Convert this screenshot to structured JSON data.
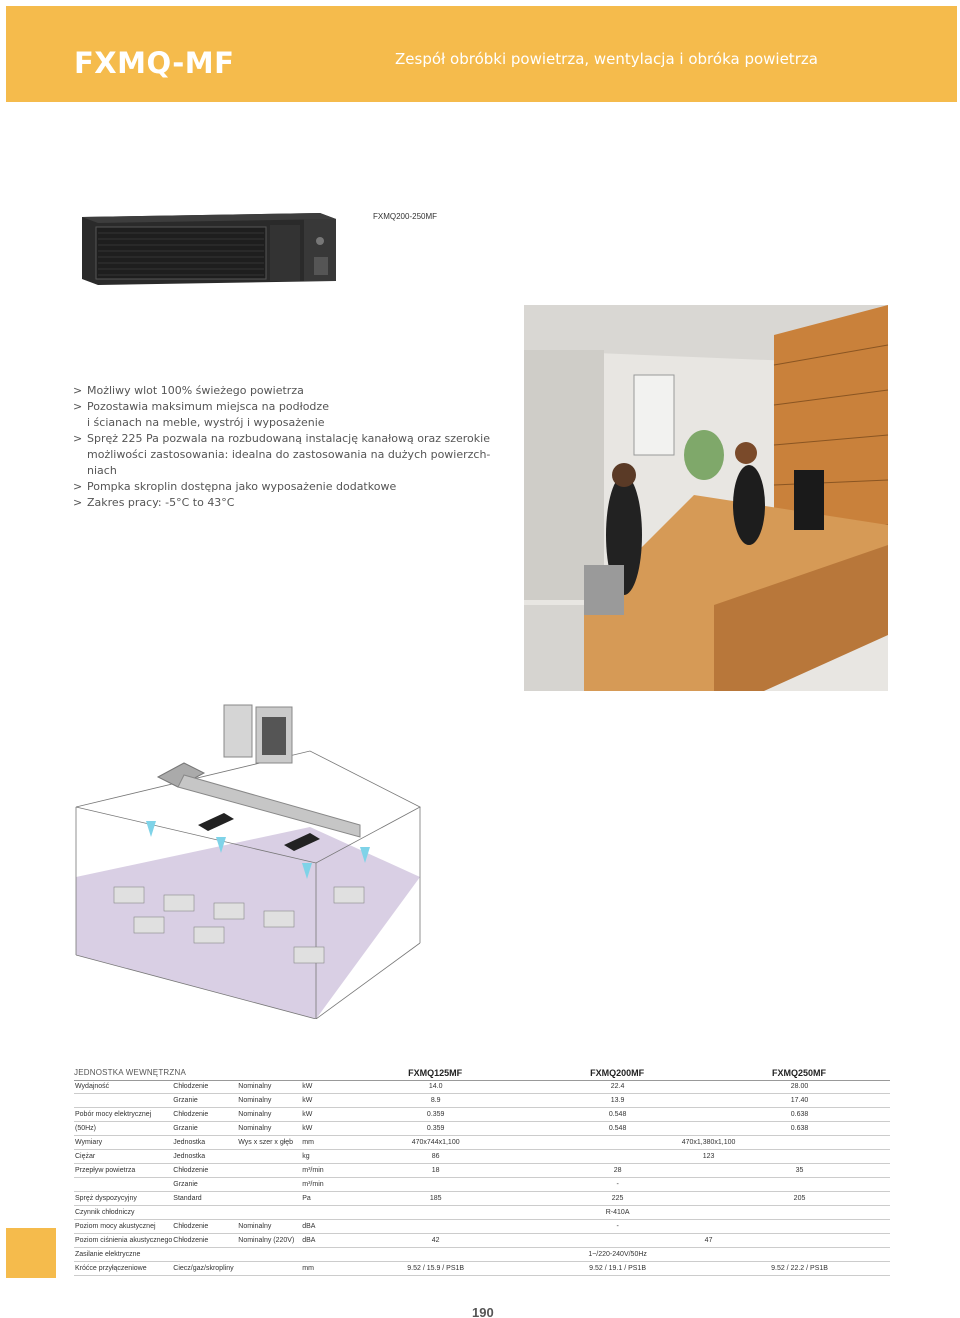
{
  "header": {
    "model": "FXMQ-MF",
    "subtitle": "Zespół obróbki powietrza, wentylacja i obróka powietrza"
  },
  "product_caption": "FXMQ200-250MF",
  "features": [
    {
      "marker": ">",
      "text": "Możliwy wlot 100% świeżego powietrza"
    },
    {
      "marker": ">",
      "text": "Pozostawia maksimum miejsca na podłodze"
    },
    {
      "marker": "",
      "text": "i ścianach na meble, wystrój i wyposażenie"
    },
    {
      "marker": ">",
      "text": "Spręż 225 Pa pozwala na rozbudowaną instalację kanałową oraz szerokie"
    },
    {
      "marker": "",
      "text": "możliwości zastosowania: idealna do zastosowania na dużych powierzch-"
    },
    {
      "marker": "",
      "text": "niach"
    },
    {
      "marker": ">",
      "text": "Pompka skroplin dostępna jako wyposażenie dodatkowe"
    },
    {
      "marker": ">",
      "text": "Zakres pracy: -5°C to 43°C"
    }
  ],
  "table": {
    "header": [
      "JEDNOSTKA WEWNĘTRZNA",
      "FXMQ125MF",
      "FXMQ200MF",
      "FXMQ250MF"
    ],
    "rows": [
      [
        "Wydajność",
        "Chłodzenie",
        "Nominalny",
        "kW",
        "14.0",
        "22.4",
        "28.00"
      ],
      [
        "",
        "Grzanie",
        "Nominalny",
        "kW",
        "8.9",
        "13.9",
        "17.40"
      ],
      [
        "Pobór mocy elektrycznej",
        "Chłodzenie",
        "Nominalny",
        "kW",
        "0.359",
        "0.548",
        "0.638"
      ],
      [
        "(50Hz)",
        "Grzanie",
        "Nominalny",
        "kW",
        "0.359",
        "0.548",
        "0.638"
      ],
      [
        "Wymiary",
        "Jednostka",
        "Wys x szer x głęb",
        "mm",
        "470x744x1,100",
        "470x1,380x1,100",
        ""
      ],
      [
        "Ciężar",
        "Jednostka",
        "",
        "kg",
        "86",
        "123",
        ""
      ],
      [
        "Przepływ powietrza",
        "Chłodzenie",
        "",
        "m³/min",
        "18",
        "28",
        "35"
      ],
      [
        "",
        "Grzanie",
        "",
        "m³/min",
        "-",
        "",
        ""
      ],
      [
        "Spręż dyspozycyjny",
        "Standard",
        "",
        "Pa",
        "185",
        "225",
        "205"
      ],
      [
        "Czynnik chłodniczy",
        "",
        "",
        "",
        "R-410A",
        "",
        ""
      ],
      [
        "Poziom mocy akustycznej",
        "Chłodzenie",
        "Nominalny",
        "dBA",
        "-",
        "",
        ""
      ],
      [
        "Poziom ciśnienia akustycznego",
        "Chłodzenie",
        "Nominalny (220V)",
        "dBA",
        "42",
        "47",
        ""
      ],
      [
        "Zasilanie elektryczne",
        "",
        "",
        "",
        "1~/220-240V/50Hz",
        "",
        ""
      ],
      [
        "Króćce przyłączeniowe",
        "Ciecz/gaz/skropliny",
        "",
        "mm",
        "9.52 / 15.9 / PS1B",
        "9.52 / 19.1 / PS1B",
        "9.52 / 22.2 / PS1B"
      ]
    ]
  },
  "page_number": "190"
}
